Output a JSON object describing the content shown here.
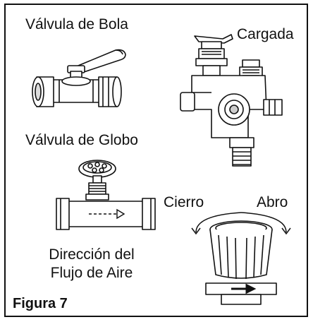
{
  "labels": {
    "ball_valve": "Válvula de Bola",
    "charged": "Cargada",
    "globe_valve": "Válvula de Globo",
    "close": "Cierro",
    "open": "Abro",
    "airflow_line1": "Dirección del",
    "airflow_line2": "Flujo de Aire"
  },
  "figure_label": "Figura 7"
}
